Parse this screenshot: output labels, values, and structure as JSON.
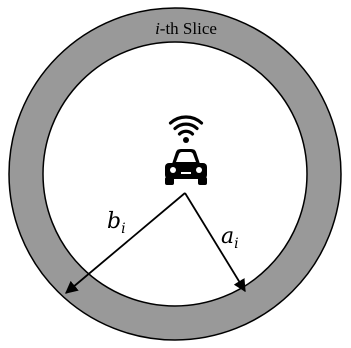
{
  "diagram": {
    "ring_label": {
      "italic_part": "i",
      "rest": "-th Slice"
    },
    "radius_b": {
      "symbol": "b",
      "subscript": "i"
    },
    "radius_a": {
      "symbol": "a",
      "subscript": "i"
    },
    "icons": {
      "vehicle": "connected-car-icon",
      "signal": "wifi-signal-icon"
    },
    "colors": {
      "ring_fill": "#999999",
      "stroke": "#000000",
      "background": "#ffffff"
    }
  }
}
